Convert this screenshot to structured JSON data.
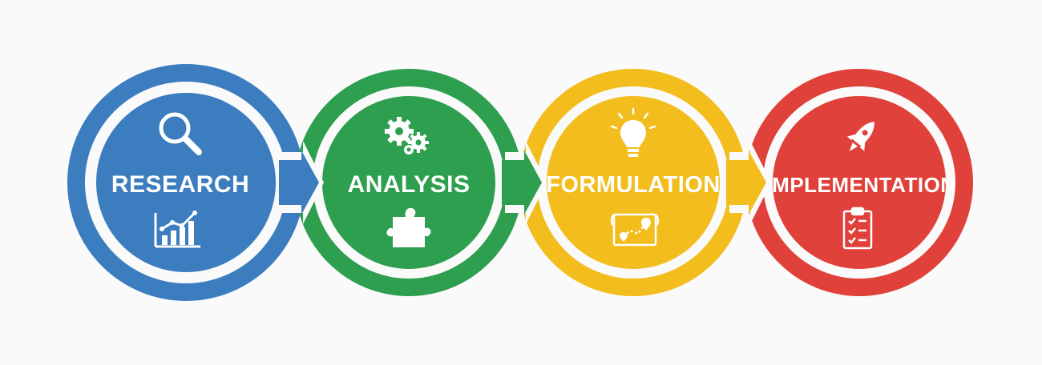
{
  "steps": [
    {
      "label": "RESEARCH",
      "color": "#3b7dbf",
      "top_icon": "magnifier-icon",
      "bottom_icon": "bar-chart-icon"
    },
    {
      "label": "ANALYSIS",
      "color": "#2e9e4f",
      "top_icon": "gears-icon",
      "bottom_icon": "puzzle-piece-icon"
    },
    {
      "label": "FORMULATION",
      "color": "#f2bd1d",
      "top_icon": "lightbulb-icon",
      "bottom_icon": "map-icon"
    },
    {
      "label": "IMPLEMENTATION",
      "color": "#e0413a",
      "top_icon": "rocket-icon",
      "bottom_icon": "clipboard-checklist-icon"
    }
  ],
  "background_color": "#fafafa"
}
